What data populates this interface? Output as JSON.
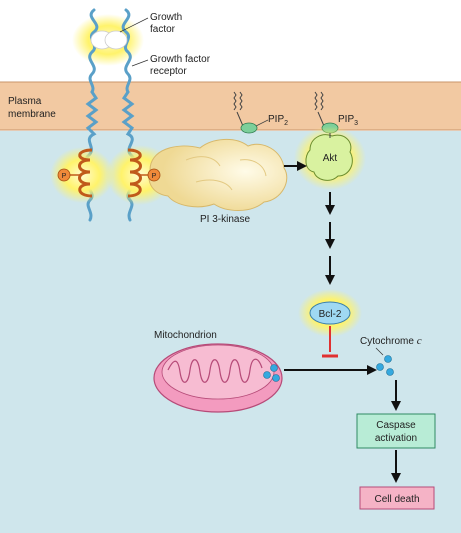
{
  "labels": {
    "growth_factor_1": "Growth",
    "growth_factor_2": "factor",
    "receptor_1": "Growth factor",
    "receptor_2": "receptor",
    "plasma_1": "Plasma",
    "plasma_2": "membrane",
    "pip2_base": "PIP",
    "pip2_sub": "2",
    "pip3_base": "PIP",
    "pip3_sub": "3",
    "akt": "Akt",
    "pi3k": "PI 3-kinase",
    "bcl2": "Bcl-2",
    "cytochrome_base": "Cytochrome ",
    "cytochrome_c": "c",
    "mitochondrion": "Mitochondrion",
    "caspase_1": "Caspase",
    "caspase_2": "activation",
    "cell_death": "Cell death",
    "phosphate": "P"
  },
  "colors": {
    "cytoplasm": "#cfe6ec",
    "membrane": "#f2c9a2",
    "membrane_line": "#c9956a",
    "receptor_strand": "#5aa0c8",
    "receptor_loop": "#c05a1a",
    "glow": "#fff36b",
    "akt_fill": "#d9f2a0",
    "pi3k_fill": "#f7ecb8",
    "bcl2_fill": "#9fd8f2",
    "mito_fill": "#f39bbf",
    "cyt_c": "#35a9df",
    "caspase_fill": "#b8ecd6",
    "death_fill": "#f5b3c6",
    "inhibit": "#e03030",
    "arrow": "#111111",
    "phosphate_fill": "#f08a3a"
  }
}
